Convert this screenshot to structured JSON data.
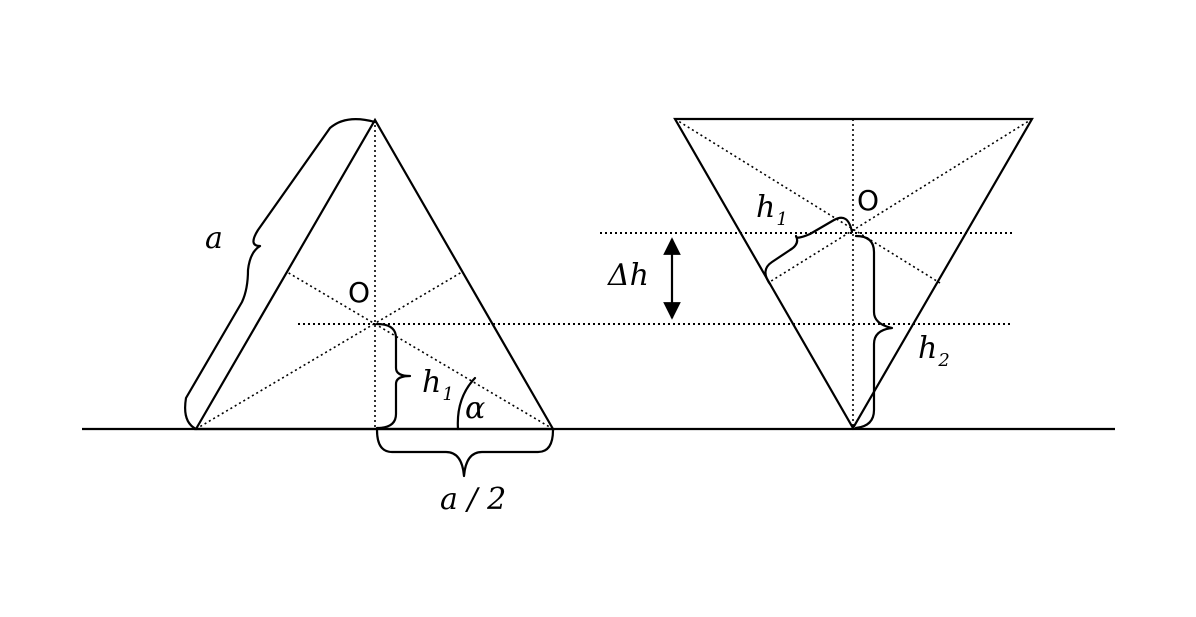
{
  "labels": {
    "side": "a",
    "half_side": "a / 2",
    "center_left": "O",
    "center_right": "O",
    "h1_left_main": "h",
    "h1_left_sub": "1",
    "alpha": "α",
    "delta_h": "Δh",
    "h1_right_main": "h",
    "h1_right_sub": "1",
    "h2_main": "h",
    "h2_sub": "2"
  },
  "colors": {
    "ink": "#000000",
    "background": "#ffffff"
  }
}
